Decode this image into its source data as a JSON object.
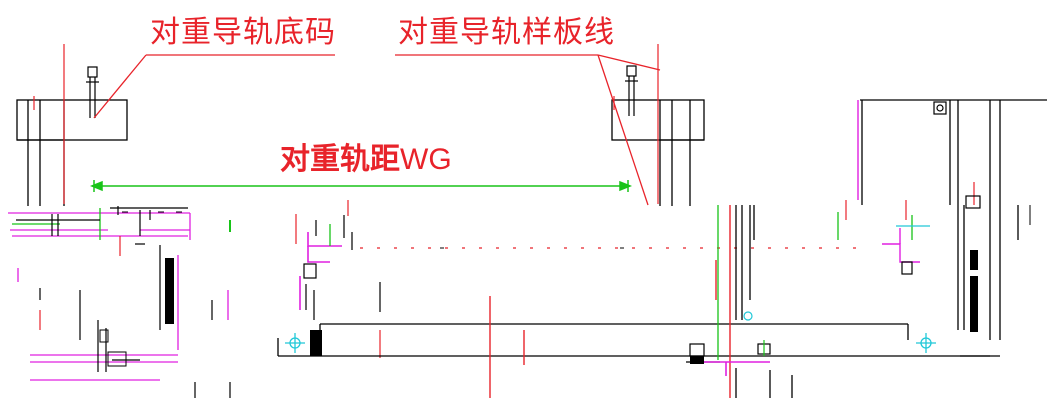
{
  "labels": {
    "counterweight_rail_base": "对重导轨底码",
    "counterweight_rail_template_line": "对重导轨样板线",
    "counterweight_rail_gauge_cn": "对重轨距",
    "counterweight_rail_gauge_latin": "WG"
  },
  "colors": {
    "red": "#e8232a",
    "green": "#18c418",
    "magenta": "#e020e0",
    "black": "#000000",
    "cyan": "#20c8d8",
    "white": "#ffffff"
  }
}
